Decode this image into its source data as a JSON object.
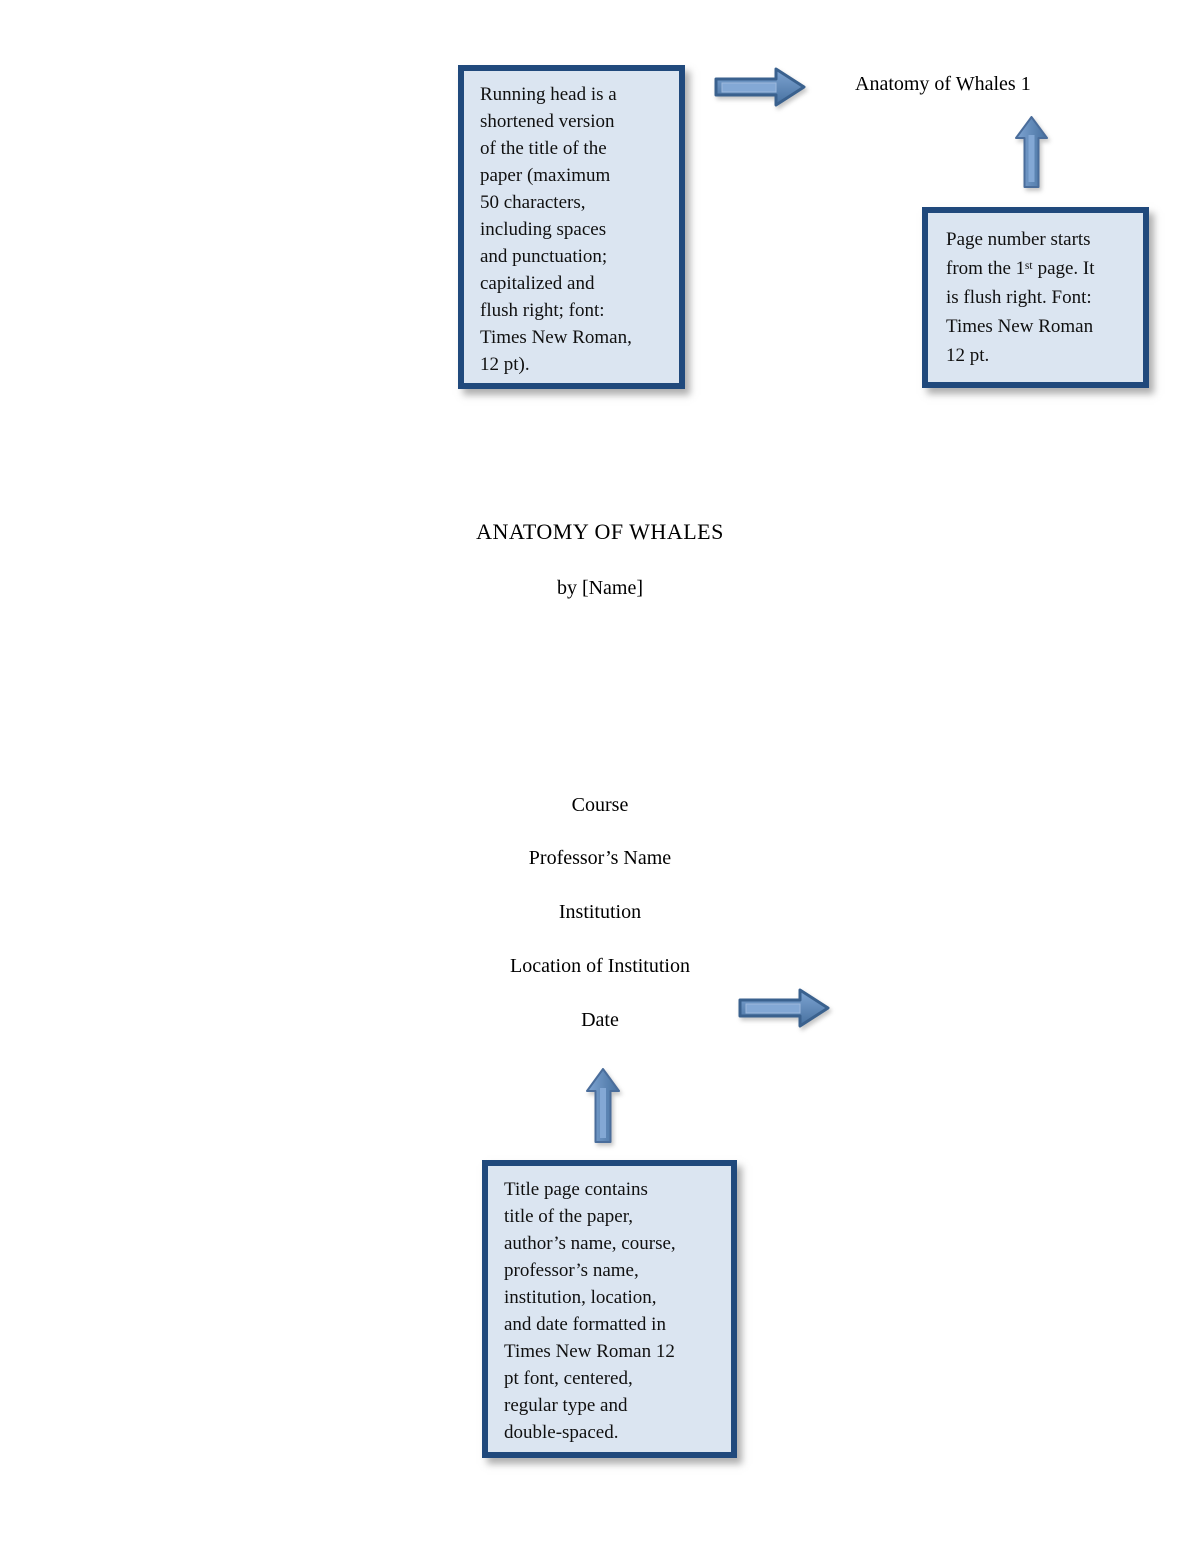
{
  "colors": {
    "box_fill": "#dbe5f1",
    "box_border": "#20497c",
    "arrow_fill": "#4f81bd",
    "arrow_outline": "#3a618e",
    "page_background": "#ffffff",
    "text": "#000000"
  },
  "document": {
    "running_head": "Anatomy of Whales 1",
    "title": "ANATOMY OF WHALES",
    "byline": "by [Name]",
    "fields": [
      "Course",
      "Professor’s Name",
      "Institution",
      "Location of Institution",
      "Date"
    ]
  },
  "callouts": {
    "running_head_note": {
      "lines": [
        "Running head is a",
        "shortened version",
        "of the title of the",
        "paper (maximum",
        "50 characters,",
        "including spaces",
        "and punctuation;",
        "capitalized and",
        "flush right; font:",
        "Times New Roman,",
        "12 pt)."
      ]
    },
    "page_number_note": {
      "lines": [
        "Page number starts",
        "from the 1ˢᵗ page. It",
        "is flush right. Font:",
        "Times New Roman",
        "12 pt."
      ]
    },
    "title_page_note": {
      "lines": [
        "Title page contains",
        "title of the paper,",
        "author’s name, course,",
        "professor’s name,",
        "institution, location,",
        "and date formatted in",
        "Times New Roman 12",
        "pt font, centered,",
        "regular type and",
        "double-spaced."
      ]
    }
  },
  "icons": {
    "right_arrow": "right-arrow-icon",
    "up_arrow": "up-arrow-icon"
  }
}
